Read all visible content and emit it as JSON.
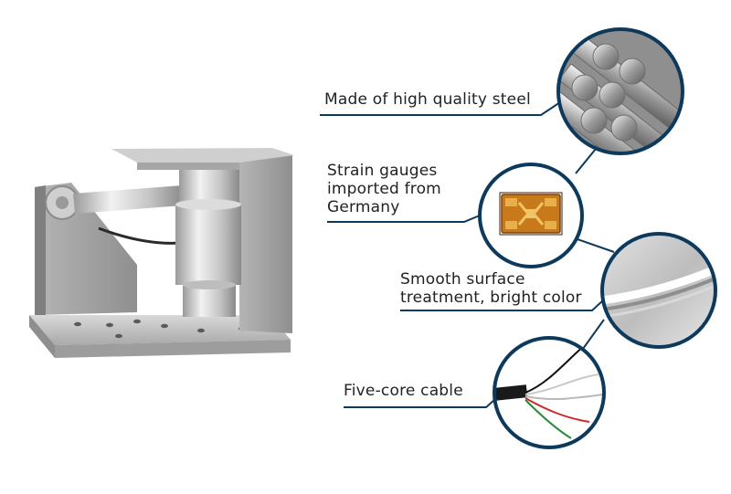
{
  "accent_color": "#0d3a5c",
  "product": {
    "image": "load-cell-mounting-module"
  },
  "features": [
    {
      "id": "steel",
      "icon": "steel-rods-icon",
      "lines": [
        "Made of high quality steel"
      ]
    },
    {
      "id": "strain",
      "icon": "strain-gauge-icon",
      "lines": [
        "Strain gauges",
        "imported from",
        "Germany"
      ]
    },
    {
      "id": "smooth",
      "icon": "polished-surface-icon",
      "lines": [
        "Smooth surface",
        "treatment, bright color"
      ]
    },
    {
      "id": "cable",
      "icon": "five-core-cable-icon",
      "lines": [
        "Five-core cable"
      ]
    }
  ]
}
